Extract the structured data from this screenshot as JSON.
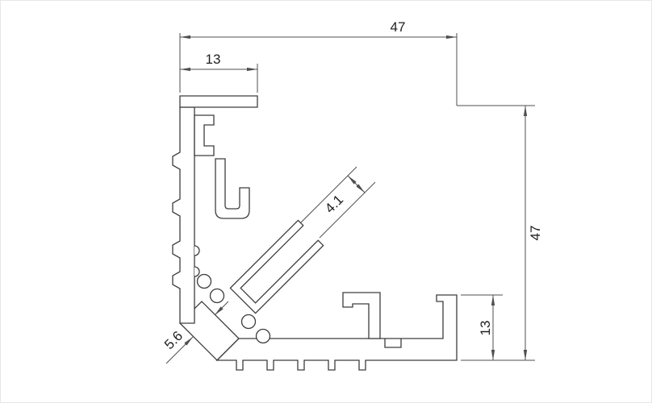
{
  "drawing": {
    "type": "technical-cross-section",
    "subject": "aluminium corner profile cross-section",
    "dimensions": {
      "top_width": "47",
      "top_flange_width": "13",
      "side_height": "47",
      "side_flange_height": "13",
      "slot_width": "4.1",
      "wall_thickness": "5.6"
    }
  },
  "colors": {
    "background": "#ffffff",
    "line": "#3d3d3d",
    "dim": "#4f4f4f",
    "text": "#1f1f1f"
  }
}
